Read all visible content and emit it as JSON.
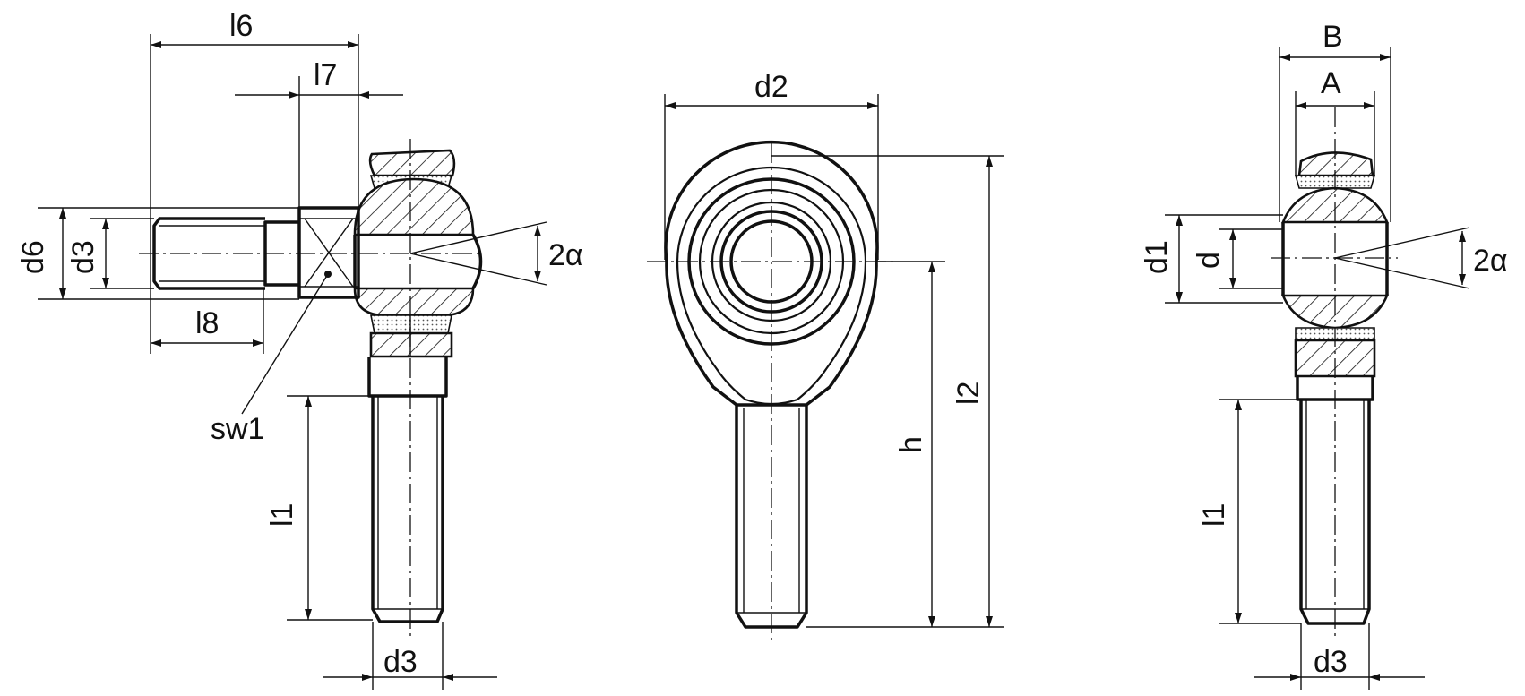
{
  "labels": {
    "l6": "l6",
    "l7": "l7",
    "d6": "d6",
    "d3_side": "d3",
    "l8": "l8",
    "sw1": "sw1",
    "l1_left": "l1",
    "d3_left": "d3",
    "two_alpha_left": "2α",
    "d2": "d2",
    "h": "h",
    "l2": "l2",
    "B": "B",
    "A": "A",
    "d1": "d1",
    "d": "d",
    "two_alpha_right": "2α",
    "l1_right": "l1",
    "d3_right": "d3"
  }
}
